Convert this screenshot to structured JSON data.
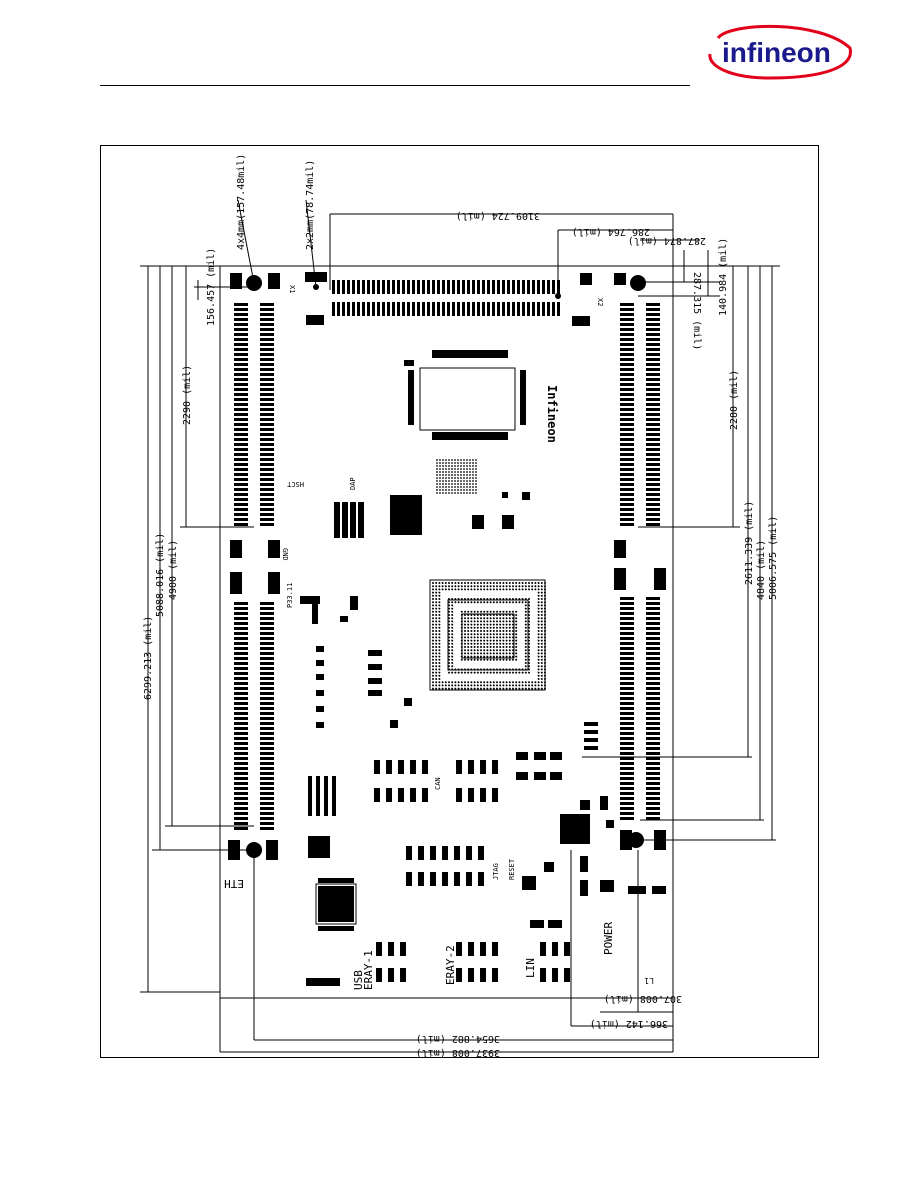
{
  "header": {
    "logo_text": "infineon",
    "logo_color": "#e2001a",
    "logo_text_color": "#1a1a8c"
  },
  "drawing": {
    "dimensions_top": {
      "width_3109": "3109.724 (mil)",
      "hole_to_edge_x": "286.764 (mil)",
      "edge_287": "287.874 (mil)",
      "edge_287b": "287.315 (mil)",
      "hole_y": "156.457 (mil)",
      "hole_y_right": "140.984 (mil)",
      "hole_4x4": "4x4mm(157.48mil)",
      "hole_2x2": "2x2mm(78.74mil)"
    },
    "dimensions_left": {
      "d2290": "2290 (mil)",
      "d4900": "4900 (mil)",
      "d5088": "5088.016 (mil)",
      "d6299": "6299.213 (mil)"
    },
    "dimensions_right": {
      "d2280": "2280 (mil)",
      "d2611": "2611.339 (mil)",
      "d4840": "4840 (mil)",
      "d5006": "5006.575 (mil)"
    },
    "dimensions_bottom": {
      "d307": "307.008 (mil)",
      "d366": "366.142 (mil)",
      "d3654": "3654.882 (mil)",
      "d3937": "3937.008 (mil)"
    },
    "board_labels": {
      "eth": "ETH",
      "usb": "USB",
      "eray1": "ERAY-1",
      "eray2": "ERAY-2",
      "lin": "LIN",
      "power": "POWER",
      "logo": "Infineon",
      "x1": "X1",
      "x2": "X2",
      "p33": "P33.11",
      "hsct": "HSCT",
      "dap": "DAP",
      "gnd": "GND",
      "can": "CAN",
      "jtag": "JTAG",
      "reset": "RESET",
      "l1": "L1"
    }
  }
}
